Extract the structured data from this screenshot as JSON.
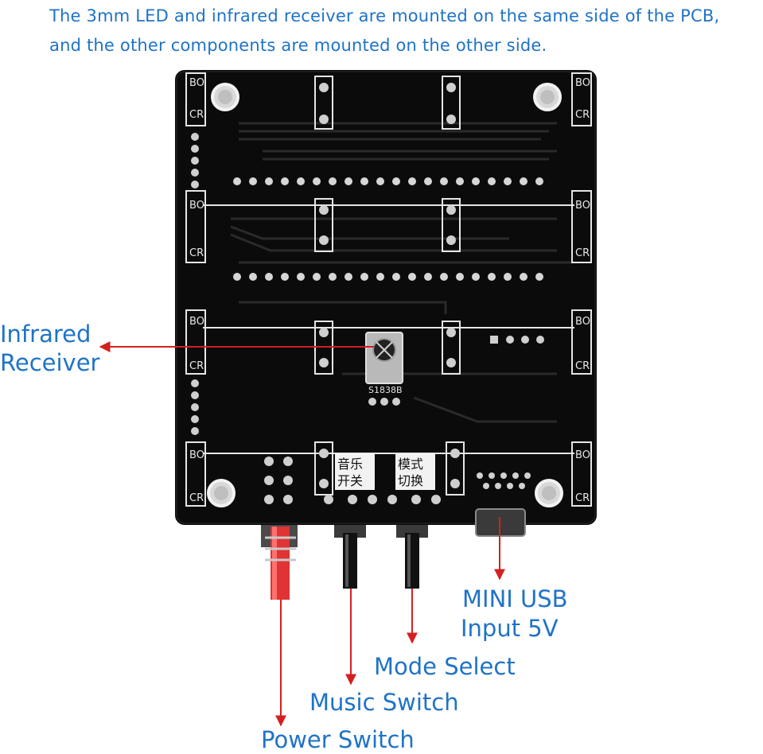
{
  "caption": {
    "line1": "The 3mm LED and infrared receiver are mounted on the same side of the PCB,",
    "line2": "and the other components are mounted on the other side."
  },
  "labels": {
    "infrared_1": "Infrared",
    "infrared_2": "Receiver",
    "mini_usb_1": "MINI USB",
    "mini_usb_2": "Input 5V",
    "mode_select": "Mode Select",
    "music_switch": "Music Switch",
    "power_switch": "Power Switch"
  },
  "silkscreen": {
    "music_1": "音乐",
    "music_2": "开关",
    "mode_1": "模式",
    "mode_2": "切换",
    "ir_part": "S1838B",
    "bo": "BO",
    "cr": "CR"
  },
  "colors": {
    "caption_text": "#1f73c7",
    "arrow": "#d42020",
    "pcb": "#0b0b0b"
  }
}
